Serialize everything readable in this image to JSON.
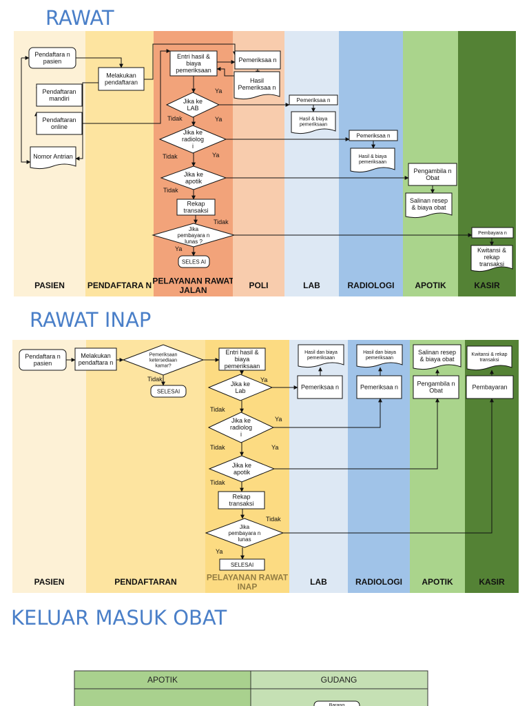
{
  "headings": {
    "rawat": "RAWAT",
    "inap": "RAWAT INAP",
    "obat": "KELUAR MASUK OBAT"
  },
  "colors": {
    "accent": "#4a7fc8",
    "pasien": "#fdf1d6",
    "pendaftaran": "#fde4a0",
    "pelayanan_jalan": "#f2a37a",
    "poli": "#f8ccad",
    "lab": "#dde8f4",
    "radiologi": "#a0c3e8",
    "apotik": "#aad48c",
    "kasir": "#548235"
  },
  "rawat": {
    "lanes": [
      "PASIEN",
      "PENDAFTARA N",
      "PELAYANAN RAWAT JALAN",
      "POLI",
      "LAB",
      "RADIOLOGI",
      "APOTIK",
      "KASIR"
    ],
    "nodes": {
      "pendaftaran_pasien": "Pendaftara n pasien",
      "pendaftaran_mandiri": "Pendaftaran mandiri",
      "pendaftaran_online": "Pendaftaran online",
      "nomor_antrian": "Nomor Antrian",
      "melakukan_pendaftaran": "Melakukan pendaftaran",
      "entri_hasil": "Entri hasil & biaya pemeriksaan",
      "jika_lab": "Jika ke LAB",
      "jika_radiologi": "Jika ke radiolog i",
      "jika_apotik": "Jika ke apotik",
      "rekap": "Rekap transaksi",
      "jika_bayar": "Jika pembayara n lunas ?",
      "selesai": "SELES AI",
      "poli_periksa": "Pemeriksaa n",
      "poli_hasil": "Hasil Pemeriksaa n",
      "lab_periksa": "Pemeriksaa n",
      "lab_hasil": "Hasil & biaya pemeriksaan",
      "rad_periksa": "Pemeriksaa n",
      "rad_hasil": "Hasil & biaya pemeriksaan",
      "apotik_ambil": "Pengambila n Obat",
      "apotik_salinan": "Salinan resep & biaya obat",
      "kasir_bayar": "Pembayara n",
      "kasir_kwitansi": "Kwitansi & rekap transaksi"
    },
    "labels": {
      "ya": "Ya",
      "tidak": "Tidak"
    }
  },
  "inap": {
    "lanes": [
      "PASIEN",
      "PENDAFTARAN",
      "PELAYANAN RAWAT INAP",
      "LAB",
      "RADIOLOGI",
      "APOTIK",
      "KASIR"
    ],
    "nodes": {
      "pendaftaran_pasien": "Pendaftara n pasien",
      "melakukan_pendaftaran": "Melakukan pendaftara n",
      "cek_kamar": "Pemeriksaan ketersediaan kamar?",
      "selesai1": "SELESAI",
      "entri_hasil": "Entri hasil & biaya pemeriksaan",
      "jika_lab": "Jika ke Lab",
      "jika_radiologi": "Jika ke radiolog i",
      "jika_apotik": "Jika ke apotik",
      "rekap": "Rekap transaksi",
      "jika_bayar": "Jika pembayara n lunas",
      "selesai2": "SELESAI",
      "lab_hasil": "Hasil dan biaya pemeriksaan",
      "lab_periksa": "Pemeriksaa n",
      "rad_hasil": "Hasil dan biaya pemeriksaan",
      "rad_periksa": "Pemeriksaa n",
      "apotik_salinan": "Salinan resep & biaya obat",
      "apotik_ambil": "Pengambila n Obat",
      "kasir_kwitansi": "Kwitansi & rekap transaksi",
      "kasir_bayar": "Pembayaran"
    },
    "labels": {
      "ya": "Ya",
      "tidak": "Tidak"
    }
  },
  "obat": {
    "headers": [
      "APOTIK",
      "GUDANG"
    ],
    "node": "Barang"
  }
}
